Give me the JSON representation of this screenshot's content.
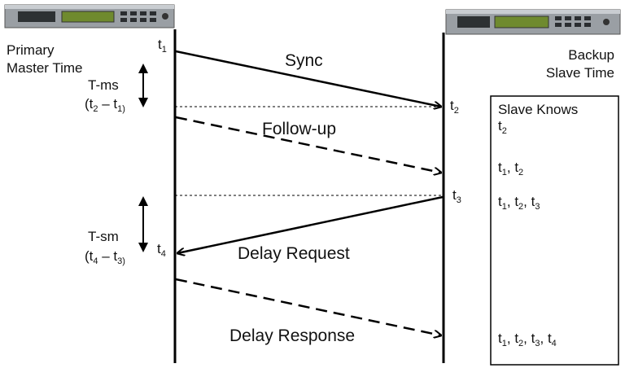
{
  "master": {
    "device_icon": "rack-unit-device-icon",
    "label_line1": "Primary",
    "label_line2": "Master Time"
  },
  "slave": {
    "device_icon": "rack-unit-device-icon",
    "label_line1": "Backup",
    "label_line2": "Slave Time"
  },
  "timestamps": {
    "t1": {
      "base": "t",
      "sub": "1"
    },
    "t2": {
      "base": "t",
      "sub": "2"
    },
    "t3": {
      "base": "t",
      "sub": "3"
    },
    "t4": {
      "base": "t",
      "sub": "4"
    }
  },
  "messages": {
    "sync": "Sync",
    "follow_up": "Follow-up",
    "delay_request": "Delay Request",
    "delay_response": "Delay Response"
  },
  "intervals": {
    "tms": {
      "name": "T-ms",
      "formula": [
        "(t",
        "2",
        " – t",
        "1)"
      ]
    },
    "tsm": {
      "name": "T-sm",
      "formula": [
        "(t",
        "4",
        " – t",
        "3)"
      ]
    }
  },
  "knowledge_box": {
    "title": "Slave Knows",
    "rows": [
      [
        {
          "base": "t",
          "sub": "2"
        }
      ],
      [
        {
          "base": "t",
          "sub": "1"
        },
        {
          "base": "t",
          "sub": "2"
        }
      ],
      [
        {
          "base": "t",
          "sub": "1"
        },
        {
          "base": "t",
          "sub": "2"
        },
        {
          "base": "t",
          "sub": "3"
        }
      ],
      [
        {
          "base": "t",
          "sub": "1"
        },
        {
          "base": "t",
          "sub": "2"
        },
        {
          "base": "t",
          "sub": "3"
        },
        {
          "base": "t",
          "sub": "4"
        }
      ]
    ]
  }
}
